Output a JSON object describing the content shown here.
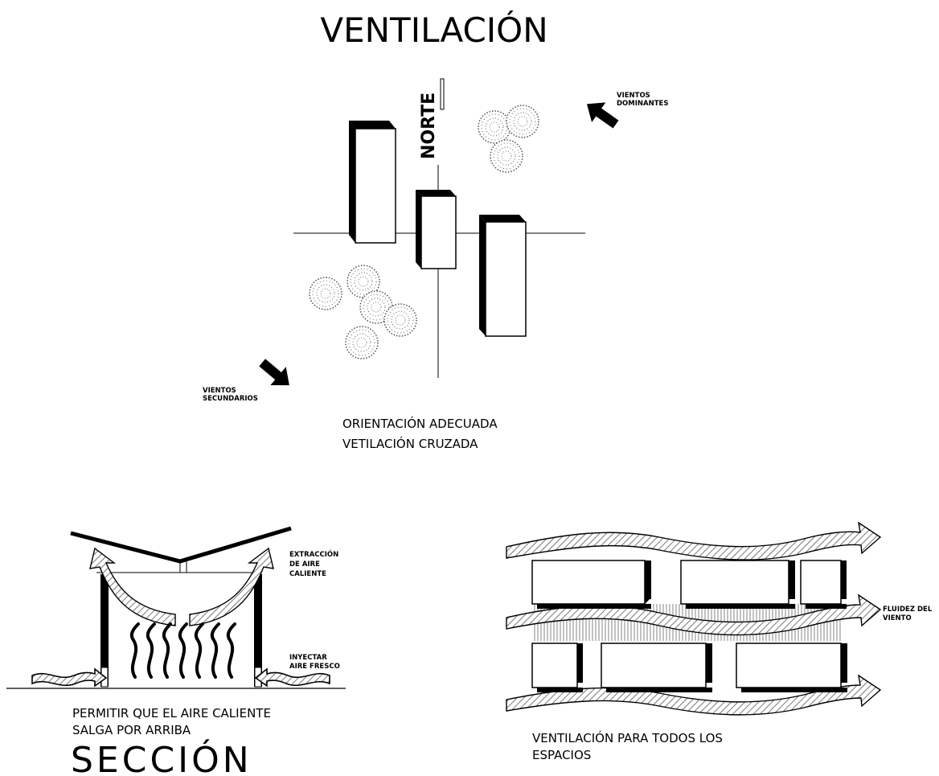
{
  "title": "VENTILACIÓN",
  "plan": {
    "north_label": "NORTE",
    "winds_dominant": [
      "VIENTOS",
      "DOMINANTES"
    ],
    "winds_secondary": [
      "VIENTOS",
      "SECUNDARIOS"
    ],
    "caption": [
      "ORIENTACIÓN ADECUADA",
      "VETILACIÓN CRUZADA"
    ]
  },
  "section": {
    "extraction_label": [
      "EXTRACCIÓN",
      "DE AIRE",
      "CALIENTE"
    ],
    "inject_label": [
      "INYECTAR",
      "AIRE FRESCO"
    ],
    "caption": [
      "PERMITIR QUE EL AIRE CALIENTE",
      "SALGA POR ARRIBA"
    ],
    "title": "SECCIÓN"
  },
  "flow": {
    "label": [
      "FLUIDEZ DEL",
      "VIENTO"
    ],
    "caption": [
      "VENTILACIÓN PARA TODOS  LOS",
      "ESPACIOS"
    ]
  }
}
